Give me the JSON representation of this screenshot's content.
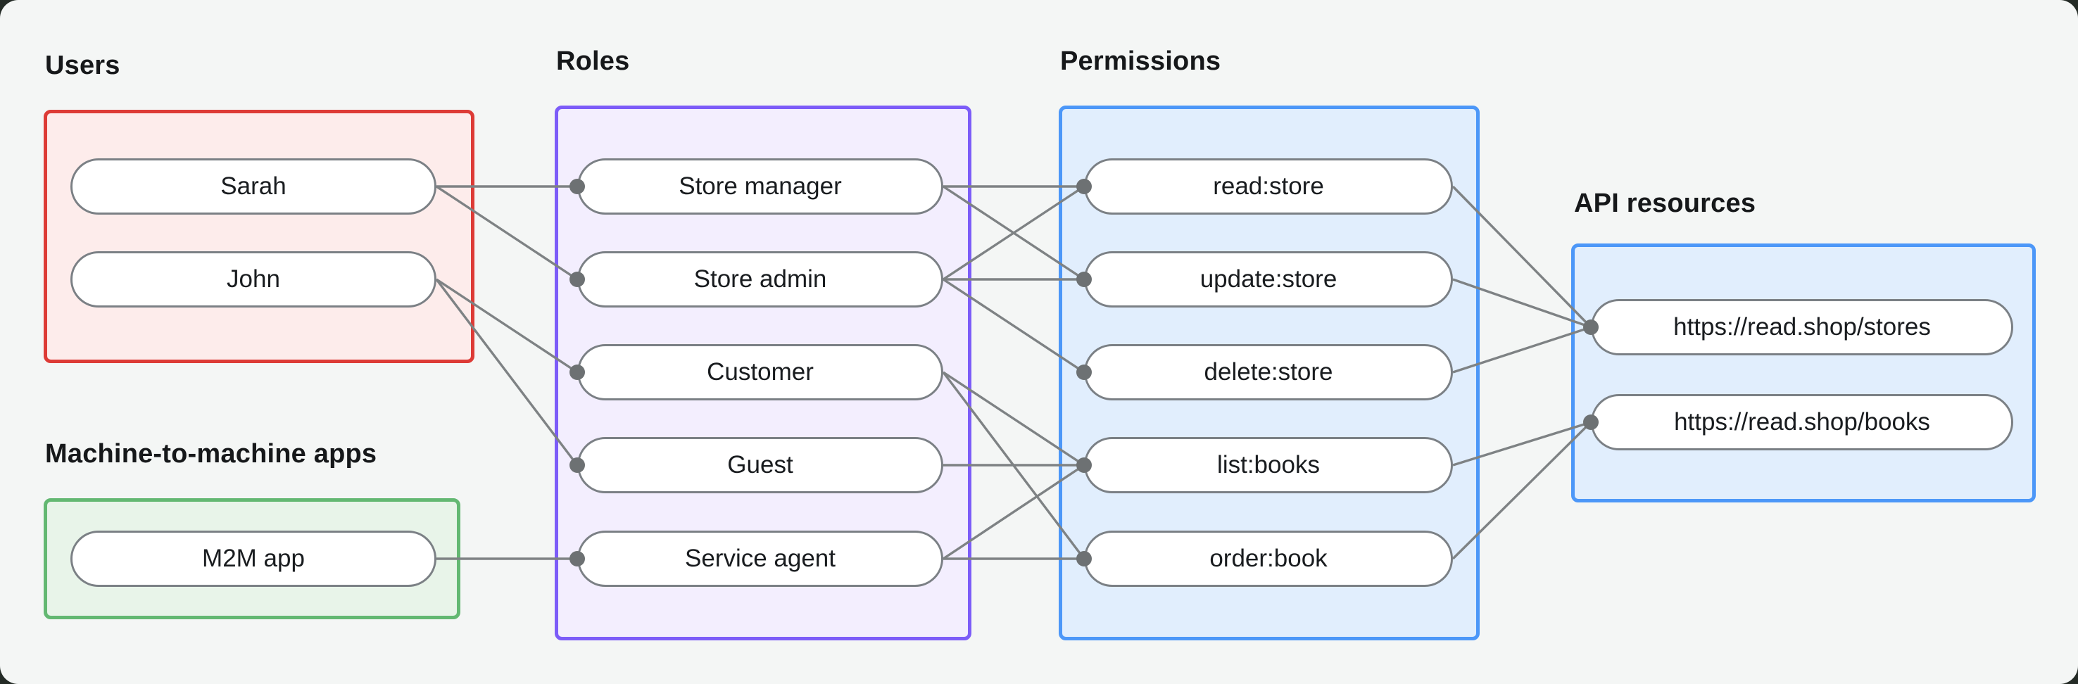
{
  "panel": {
    "background_color": "#f4f6f5",
    "page_background_color": "#242b26"
  },
  "groups": {
    "users": {
      "title": "Users",
      "border_color": "#dd3b36",
      "fill_color": "#fdeceb",
      "items": [
        {
          "id": "sarah",
          "label": "Sarah"
        },
        {
          "id": "john",
          "label": "John"
        }
      ]
    },
    "m2m": {
      "title": "Machine-to-machine apps",
      "border_color": "#63b872",
      "fill_color": "#e8f4e9",
      "items": [
        {
          "id": "m2m-app",
          "label": "M2M app"
        }
      ]
    },
    "roles": {
      "title": "Roles",
      "border_color": "#7c5cf8",
      "fill_color": "#f3eefe",
      "items": [
        {
          "id": "store-manager",
          "label": "Store manager"
        },
        {
          "id": "store-admin",
          "label": "Store admin"
        },
        {
          "id": "customer",
          "label": "Customer"
        },
        {
          "id": "guest",
          "label": "Guest"
        },
        {
          "id": "service-agent",
          "label": "Service agent"
        }
      ]
    },
    "permissions": {
      "title": "Permissions",
      "border_color": "#4c97f8",
      "fill_color": "#e1eefd",
      "items": [
        {
          "id": "read-store",
          "label": "read:store"
        },
        {
          "id": "update-store",
          "label": "update:store"
        },
        {
          "id": "delete-store",
          "label": "delete:store"
        },
        {
          "id": "list-books",
          "label": "list:books"
        },
        {
          "id": "order-book",
          "label": "order:book"
        }
      ]
    },
    "api_resources": {
      "title": "API resources",
      "border_color": "#4c97f8",
      "fill_color": "#e1eefd",
      "items": [
        {
          "id": "stores",
          "label": "https://read.shop/stores"
        },
        {
          "id": "books",
          "label": "https://read.shop/books"
        }
      ]
    }
  },
  "edges": {
    "line_color": "#7e8284",
    "line_width": 3.4,
    "dot_color": "#6d7173",
    "dot_radius": 11,
    "connections": [
      {
        "from": "sarah",
        "to": "store-manager"
      },
      {
        "from": "sarah",
        "to": "store-admin"
      },
      {
        "from": "john",
        "to": "customer"
      },
      {
        "from": "john",
        "to": "guest"
      },
      {
        "from": "m2m-app",
        "to": "service-agent"
      },
      {
        "from": "store-manager",
        "to": "read-store"
      },
      {
        "from": "store-manager",
        "to": "update-store"
      },
      {
        "from": "store-admin",
        "to": "read-store"
      },
      {
        "from": "store-admin",
        "to": "update-store"
      },
      {
        "from": "store-admin",
        "to": "delete-store"
      },
      {
        "from": "customer",
        "to": "list-books"
      },
      {
        "from": "customer",
        "to": "order-book"
      },
      {
        "from": "guest",
        "to": "list-books"
      },
      {
        "from": "service-agent",
        "to": "list-books"
      },
      {
        "from": "service-agent",
        "to": "order-book"
      },
      {
        "from": "read-store",
        "to": "stores"
      },
      {
        "from": "update-store",
        "to": "stores"
      },
      {
        "from": "delete-store",
        "to": "stores"
      },
      {
        "from": "list-books",
        "to": "books"
      },
      {
        "from": "order-book",
        "to": "books"
      }
    ]
  }
}
